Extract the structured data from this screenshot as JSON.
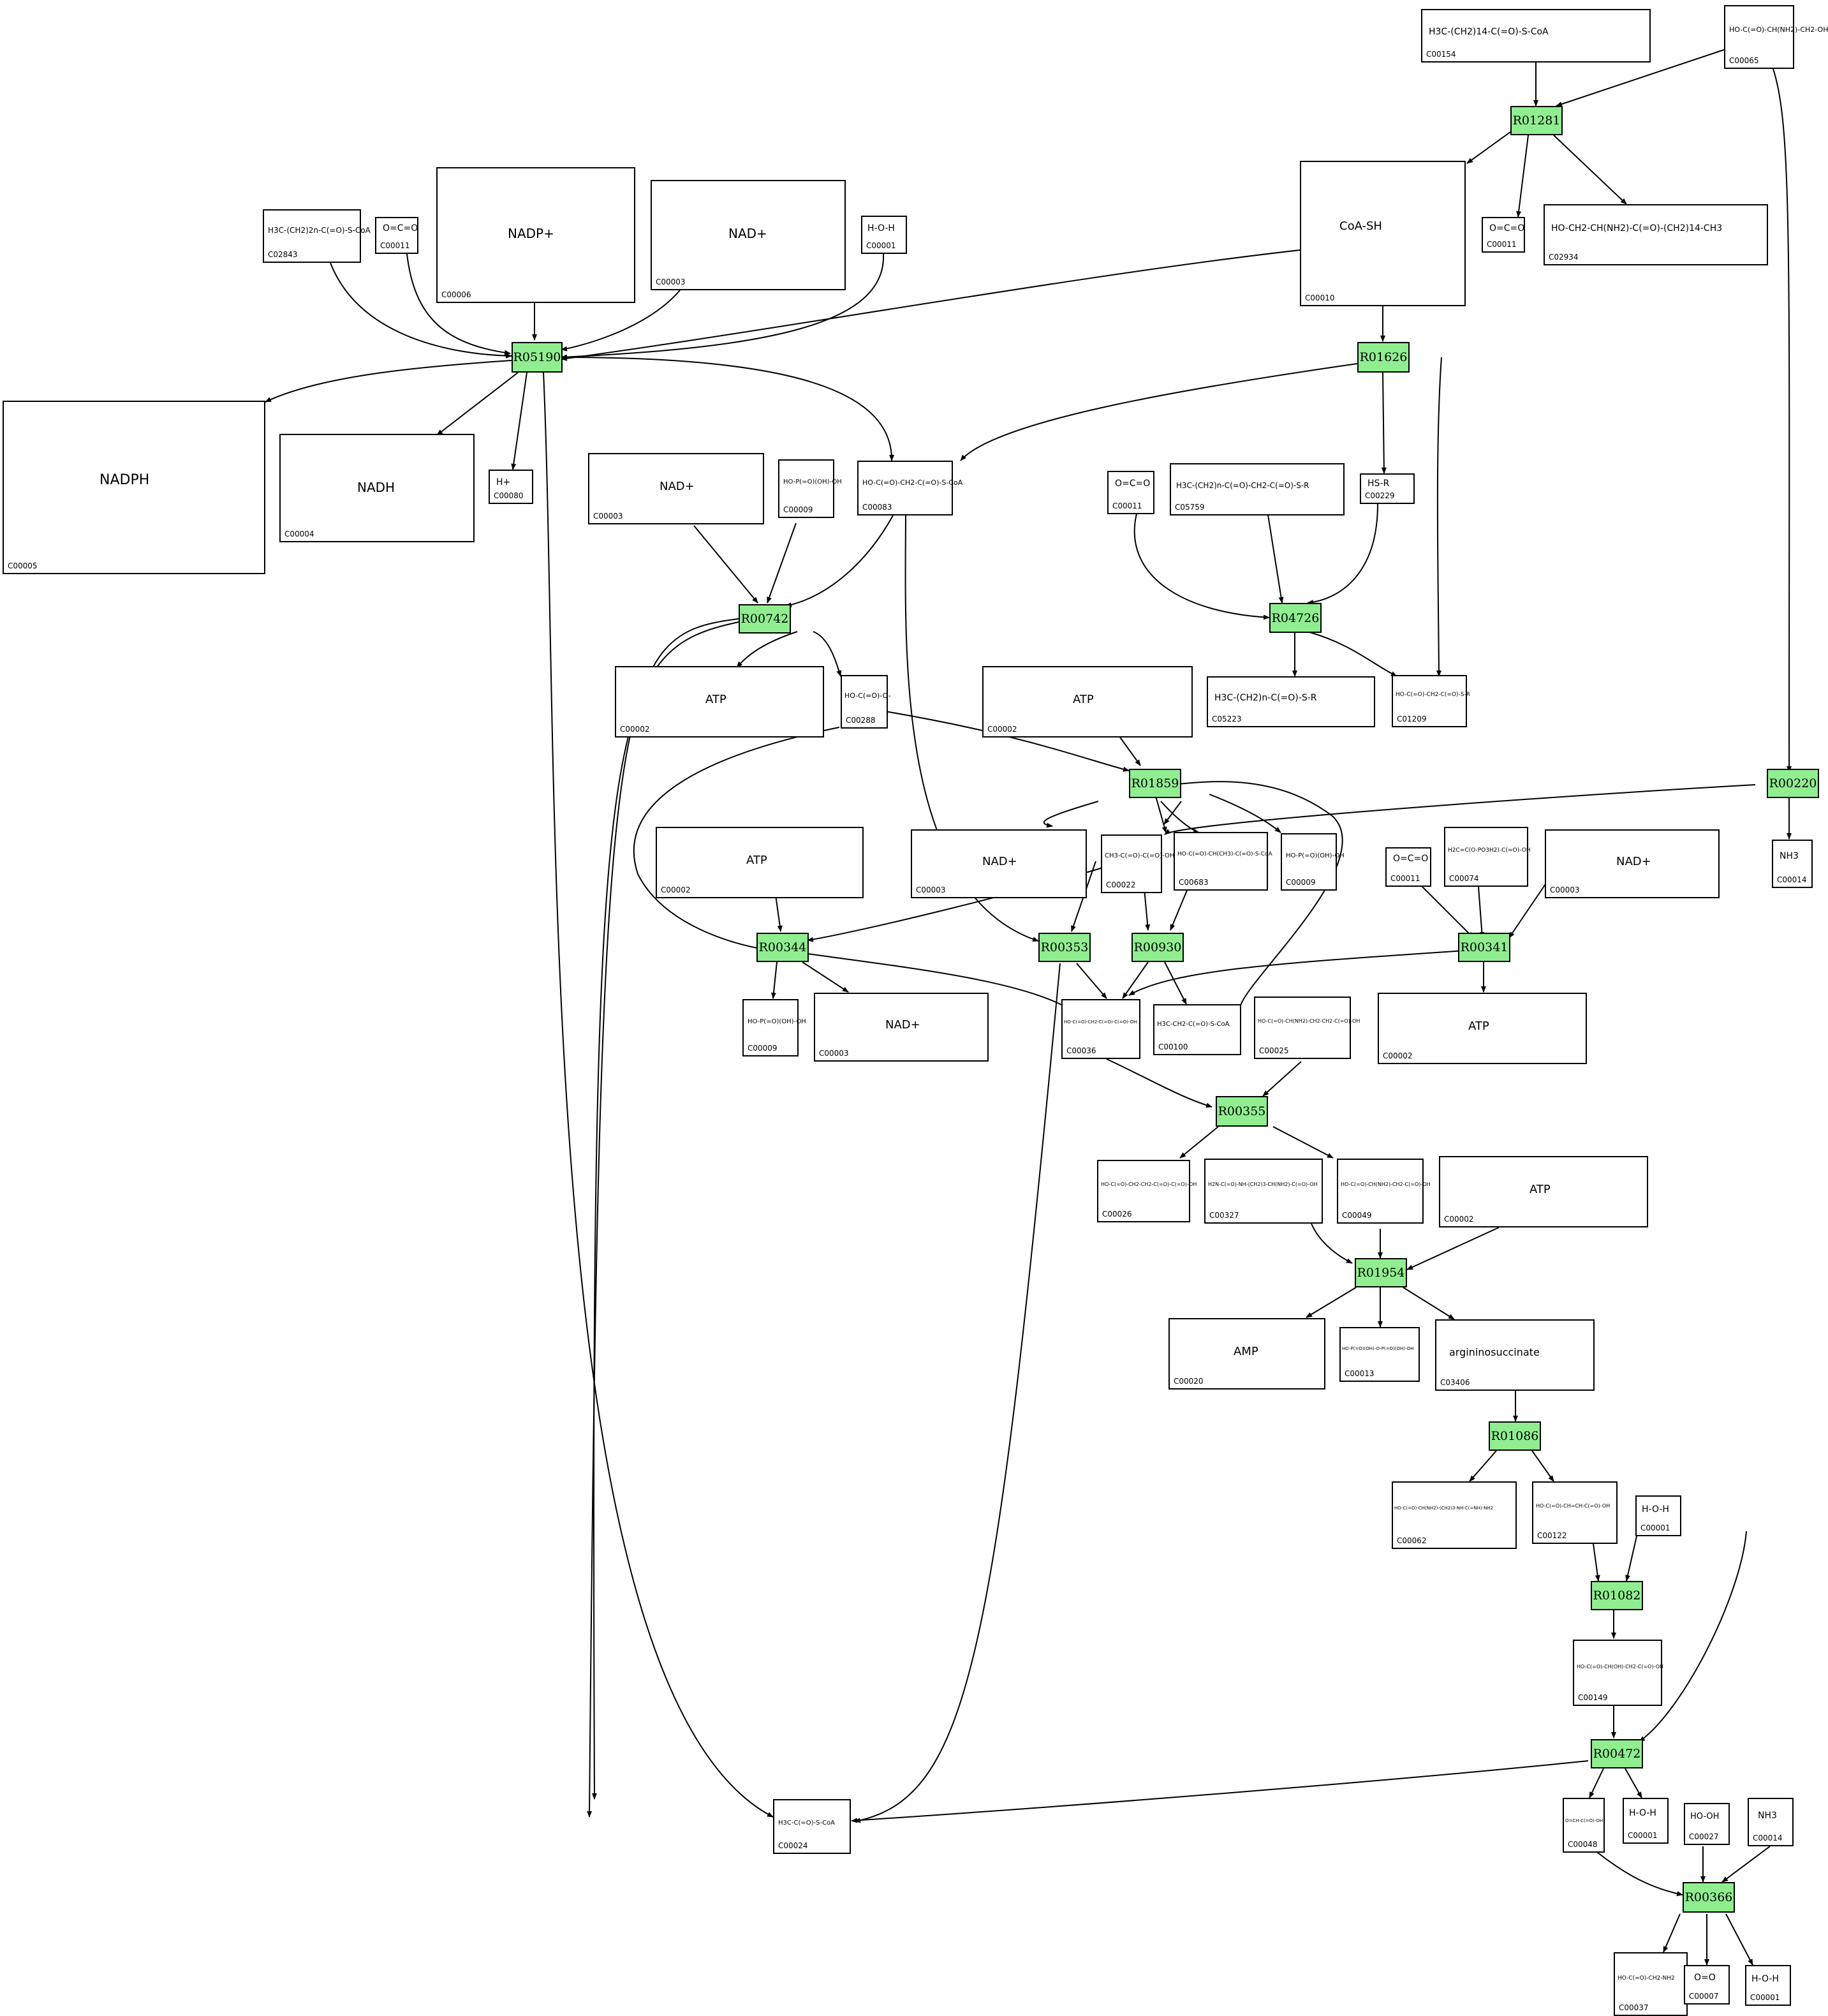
{
  "compounds": [
    {
      "id": "C00154",
      "formula": "H3C-(CH2)14-C(=O)-S-CoA"
    },
    {
      "id": "C00065",
      "formula": "HO-C(=O)-CH(NH2)-CH2-OH"
    },
    {
      "id": "C00011",
      "formula": "O=C=O"
    },
    {
      "id": "C02934",
      "formula": "HO-CH2-CH(NH2)-C(=O)-(CH2)14-CH3"
    },
    {
      "id": "C00010",
      "formula": "CoA-SH"
    },
    {
      "id": "C02843",
      "formula": "H3C-(CH2)2n-C(=O)-S-CoA"
    },
    {
      "id": "C00006",
      "formula": "NADP+"
    },
    {
      "id": "C00003",
      "formula": "NAD+"
    },
    {
      "id": "C00001",
      "formula": "H-O-H"
    },
    {
      "id": "C00005",
      "formula": "NADPH"
    },
    {
      "id": "C00004",
      "formula": "NADH"
    },
    {
      "id": "C00080",
      "formula": "H+"
    },
    {
      "id": "C00083",
      "formula": "HO-C(=O)-CH2-C(=O)-S-CoA"
    },
    {
      "id": "C00009",
      "formula": "HO-P(=O)(OH)-OH"
    },
    {
      "id": "C05759",
      "formula": "H3C-(CH2)n-C(=O)-CH2-C(=O)-S-R"
    },
    {
      "id": "C00229",
      "formula": "HS-R"
    },
    {
      "id": "C00002",
      "formula": "ATP"
    },
    {
      "id": "C00288",
      "formula": "HO-C(=O)-O-"
    },
    {
      "id": "C05223",
      "formula": "H3C-(CH2)n-C(=O)-S-R"
    },
    {
      "id": "C01209",
      "formula": "HO-C(=O)-CH2-C(=O)-S-R"
    },
    {
      "id": "C00014",
      "formula": "NH3"
    },
    {
      "id": "C00022",
      "formula": "CH3-C(=O)-C(=O)-OH"
    },
    {
      "id": "C00683",
      "formula": "HO-C(=O)-CH(CH3)-C(=O)-S-CoA"
    },
    {
      "id": "C00074",
      "formula": "H2C=C(O-PO3H2)-C(=O)-OH"
    },
    {
      "id": "C00036",
      "formula": "HO-C(=O)-CH2-C(=O)-C(=O)-OH"
    },
    {
      "id": "C00100",
      "formula": "H3C-CH2-C(=O)-S-CoA"
    },
    {
      "id": "C00020",
      "formula": "AMP"
    },
    {
      "id": "C00025",
      "formula": "HO-C(=O)-CH(NH2)-CH2-CH2-C(=O)-OH"
    },
    {
      "id": "C00026",
      "formula": "HO-C(=O)-CH2-CH2-C(=O)-C(=O)-OH"
    },
    {
      "id": "C00327",
      "formula": "H2N-C(=O)-NH-(CH2)3-CH(NH2)-C(=O)-OH"
    },
    {
      "id": "C00049",
      "formula": "HO-C(=O)-CH(NH2)-CH2-C(=O)-OH"
    },
    {
      "id": "C00013",
      "formula": "HO-P(=O)(OH)-O-P(=O)(OH)-OH"
    },
    {
      "id": "C03406",
      "formula": "argininosuccinate"
    },
    {
      "id": "C00062",
      "formula": "HO-C(=O)-CH(NH2)-(CH2)3-NH-C(=NH)-NH2"
    },
    {
      "id": "C00122",
      "formula": "HO-C(=O)-CH=CH-C(=O)-OH"
    },
    {
      "id": "C00149",
      "formula": "HO-C(=O)-CH(OH)-CH2-C(=O)-OH"
    },
    {
      "id": "C00024",
      "formula": "H3C-C(=O)-S-CoA"
    },
    {
      "id": "C00048",
      "formula": "O=CH-C(=O)-OH"
    },
    {
      "id": "C00027",
      "formula": "HO-OH"
    },
    {
      "id": "C00037",
      "formula": "HO-C(=O)-CH2-NH2"
    },
    {
      "id": "C00007",
      "formula": "O=O"
    }
  ],
  "reactions": [
    "R01281",
    "R05190",
    "R01626",
    "R04726",
    "R00742",
    "R01859",
    "R00220",
    "R00344",
    "R00353",
    "R00930",
    "R00341",
    "R00355",
    "R01954",
    "R01086",
    "R01082",
    "R00472",
    "R00366"
  ],
  "colors": {
    "reaction_fill": "#90ee90",
    "line": "#000000",
    "background": "#ffffff"
  }
}
